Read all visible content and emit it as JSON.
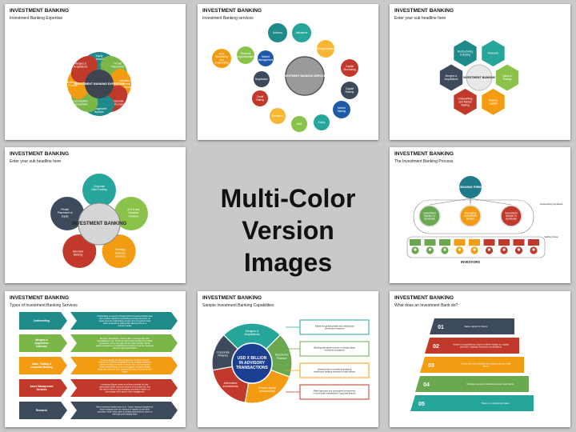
{
  "center": {
    "line1": "Multi-Color",
    "line2": "Version Images"
  },
  "slides": [
    {
      "title": "INVESTMENT BANKING",
      "subtitle": "Investment Banking Expertise",
      "center_label": "INVESTMENT BANKING EXPERTISE",
      "petals": [
        "Equity Underwriting",
        "Private Placements",
        "Valuation & Fairness Opinions",
        "Corporate Restructuring",
        "Management Buyouts",
        "Consultation/ Transactions",
        "Stocks and Finance",
        "Mergers & Acquisitions"
      ]
    },
    {
      "title": "INVESTMENT BANKING",
      "subtitle": "Investment Banking services",
      "center_label": "INVESTMENT BANKING SERVICES",
      "items": [
        "Advisory",
        "Valuations",
        "Reorganizations",
        "Capital Structuring",
        "Capital Raising",
        "Market Making",
        "Equity",
        "Debt",
        "Research",
        "Credit Rating",
        "Negotiation",
        "Market Management",
        "Financial Implementation",
        "Debt Structuring and underwriting"
      ]
    },
    {
      "title": "INVESTMENT BANKING",
      "subtitle": "Enter your sub headline here",
      "center_label": "INVESTMENT BANKING",
      "hexes": [
        "Restructuring & Buying",
        "Research",
        "Sales & Trading",
        "Raising Capital",
        "Underwriting and Market Making",
        "Mergers & Acquisitions"
      ]
    },
    {
      "title": "INVESTMENT BANKING",
      "subtitle": "Enter your sub headline here",
      "center_label": "INVESTMENT BANKING",
      "pieces": [
        "Corporate Debt Funding",
        "M & A and Valuation Advisory",
        "Strategic Business Advisory",
        "Merchant Banking",
        "Private Placement of Equity"
      ]
    },
    {
      "title": "INVESTMENT BANKING",
      "subtitle": "The Investment Banking Process",
      "top_label": "ISSUING FIRM",
      "banks": [
        "Investment Banker in Syndicate",
        "Managing Investment Banker",
        "Investment Banker in Syndicate"
      ],
      "right_label_1": "Underwriting Syndicate",
      "right_label_2": "Selling Group",
      "bottom_label": "INVESTORS"
    },
    {
      "title": "INVESTMENT BANKING",
      "subtitle": "Types of Investment Banking Services",
      "rows": [
        {
          "label": "Underwriting",
          "text": "Underwriting is a service through which investment banks raise open-market capital for corporations and governments. An equity uses the underwriting service of an investment bank either to launch its initial public offering (IPO) in a primary market"
        },
        {
          "label": "Mergers & Acquisition Advisors",
          "text": "Mergers, Acquisitions, Tender offers, Leverage Buyouts, Consolidations, etc. These are two sectors involved in an M&A transaction, one is buy side and the other sell side. Banks advise companies on negotiating and advise to get the maximum value for their shareholders"
        },
        {
          "label": "Sales, Trading & corporate Broking",
          "text": "Involves buying & selling of securities & other financial instruments between institutional buyers & large businesses clients and high net worth investors. Also, the investment banks research large clients to suggest, profitable trading ideas who conclude and complete the trade on behalf of their clients"
        },
        {
          "label": "Asset Management Services",
          "text": "Investment Banks create an efficient portfolio for their client which yields maximum returns for a certain risk. Ask the client to keep in best charging commission which is a percentage of the asset under management"
        },
        {
          "label": "Research",
          "text": "Most investment banks have an in - house research department, where analysts work on research of equities & and other securities, which helps sales & trading department to come up with high profit trading ideas"
        }
      ]
    },
    {
      "title": "INVESTMENT BANKING",
      "subtitle": "Sample Investment Banking Capabilities",
      "center_label": "USD X BILLION IN ADVISORY TRANSACTIONS",
      "segments": [
        "Mergers & Acquisitions",
        "Structured Finance",
        "Private equity transactions",
        "Alternative Investments",
        "Corporate Finance"
      ],
      "notes": [
        "Raised for global private and institutional clients and investors",
        "Working with governments on foreign direct investment programs",
        "Started entity to provide specialized investment banking services to bank offices",
        "Relief agencies and specialized investments in commodity transactions Corporate finance"
      ]
    },
    {
      "title": "INVESTMENT BANKING",
      "subtitle": "What does an Investment Bank do?",
      "steps": [
        {
          "num": "01",
          "text": "Raise capital for clients"
        },
        {
          "num": "02",
          "text": "Advise on acquisitions, share or either entities on capital structure, strategy, business combinations"
        },
        {
          "num": "03",
          "text": "Create and sell securities on institutional and retail clients"
        },
        {
          "num": "04",
          "text": "Manage money for institutional and retail clients"
        },
        {
          "num": "05",
          "text": "Trade on a proprietary basis"
        }
      ]
    }
  ]
}
